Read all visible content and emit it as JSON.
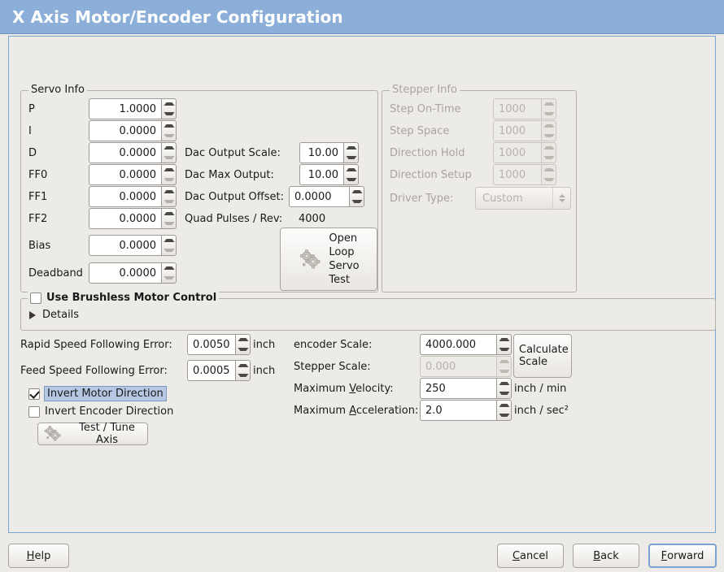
{
  "window": {
    "title": "X Axis Motor/Encoder Configuration",
    "title_bg": "#8cafd9",
    "panel_border": "#7ba3d0",
    "background": "#edebe7"
  },
  "servo_info": {
    "legend": "Servo Info",
    "fields": [
      {
        "label": "P",
        "value": "1.0000"
      },
      {
        "label": "I",
        "value": "0.0000"
      },
      {
        "label": "D",
        "value": "0.0000"
      },
      {
        "label": "FF0",
        "value": "0.0000"
      },
      {
        "label": "FF1",
        "value": "0.0000"
      },
      {
        "label": "FF2",
        "value": "0.0000"
      },
      {
        "label": "Bias",
        "value": "0.0000"
      },
      {
        "label": "Deadband",
        "value": "0.0000"
      }
    ],
    "dac": [
      {
        "label": "Dac Output Scale:",
        "value": "10.00"
      },
      {
        "label": "Dac Max Output:",
        "value": "10.00"
      },
      {
        "label": "Dac Output Offset:",
        "value": "0.0000"
      }
    ],
    "quad_pulses_label": "Quad Pulses / Rev:",
    "quad_pulses_value": "4000",
    "open_loop_button": "Open\nLoop\nServo\nTest",
    "open_loop_lines": [
      "Open",
      "Loop",
      "Servo",
      "Test"
    ],
    "open_loop_icon": "gears-icon"
  },
  "stepper_info": {
    "legend": "Stepper Info",
    "disabled": true,
    "fields": [
      {
        "label": "Step On-Time",
        "value": "1000"
      },
      {
        "label": "Step Space",
        "value": "1000"
      },
      {
        "label": "Direction Hold",
        "value": "1000"
      },
      {
        "label": "Direction Setup",
        "value": "1000"
      }
    ],
    "driver_type_label": "Driver Type:",
    "driver_type_value": "Custom"
  },
  "brushless": {
    "checkbox_label": "Use Brushless Motor Control",
    "checked": false,
    "details_label": "Details",
    "details_expanded": false
  },
  "tuning": {
    "rapid_error_label": "Rapid Speed Following Error:",
    "rapid_error_value": "0.0050",
    "rapid_error_unit": "inch",
    "feed_error_label": "Feed Speed Following Error:",
    "feed_error_value": "0.0005",
    "feed_error_unit": "inch",
    "invert_motor_label": "Invert Motor Direction",
    "invert_motor_checked": true,
    "invert_motor_focused": true,
    "invert_encoder_label": "Invert Encoder Direction",
    "invert_encoder_checked": false,
    "test_tune_button": "Test / Tune Axis",
    "test_tune_icon": "gears-icon"
  },
  "scaling": {
    "encoder_scale_label": "encoder Scale:",
    "encoder_scale_value": "4000.000",
    "stepper_scale_label": "Stepper Scale:",
    "stepper_scale_value": "0.000",
    "stepper_scale_disabled": true,
    "calculate_scale_button": "Calculate Scale",
    "calculate_scale_lines": [
      "Calculate",
      "Scale"
    ],
    "max_velocity_label_pre": "Maximum ",
    "max_velocity_mnemonic": "V",
    "max_velocity_label_post": "elocity:",
    "max_velocity_value": "250",
    "max_velocity_unit": "inch / min",
    "max_accel_label_pre": "Maximum ",
    "max_accel_mnemonic": "A",
    "max_accel_label_post": "cceleration:",
    "max_accel_value": "2.0",
    "max_accel_unit": "inch / sec²"
  },
  "actions": {
    "help": {
      "pre": "",
      "mnemonic": "H",
      "post": "elp"
    },
    "cancel": {
      "pre": "",
      "mnemonic": "C",
      "post": "ancel"
    },
    "back": {
      "pre": "",
      "mnemonic": "B",
      "post": "ack"
    },
    "forward": {
      "pre": "",
      "mnemonic": "F",
      "post": "orward",
      "focused": true
    }
  }
}
